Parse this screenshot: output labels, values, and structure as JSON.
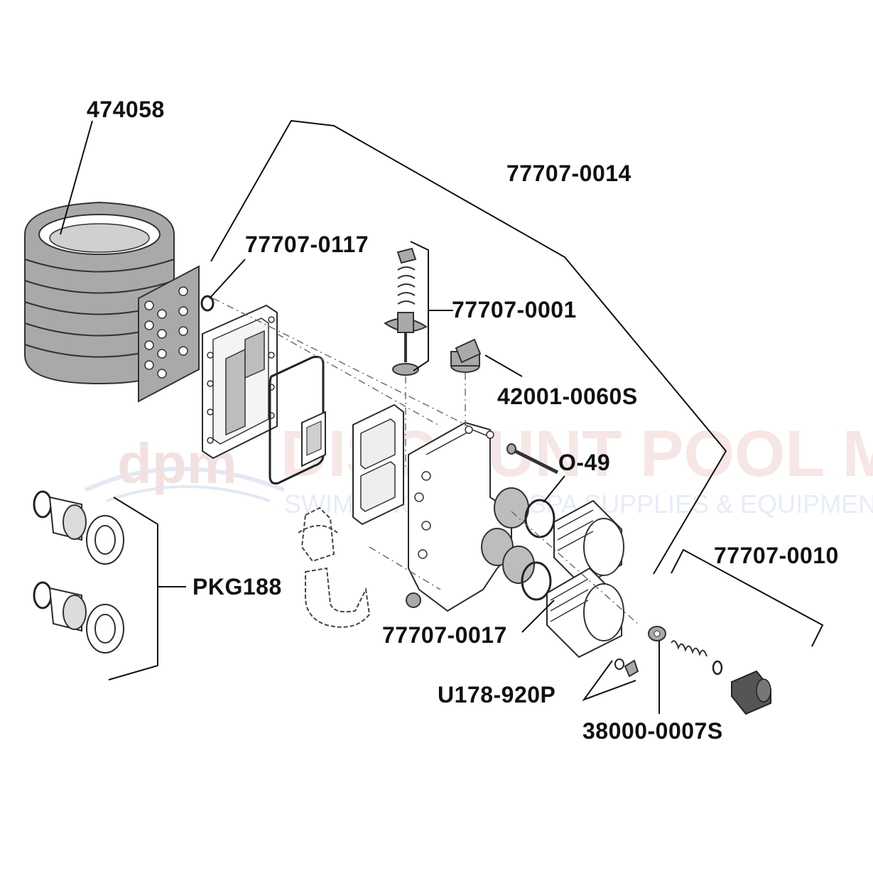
{
  "watermark": {
    "logo_text": "dpm",
    "brand": "DISCOUNT POOL MART",
    "tagline": "SWIMMING POOL & SPA SUPPLIES & EQUIPMENT"
  },
  "labels": {
    "heat_exchanger": "474058",
    "bypass_assembly_kit": "77707-0014",
    "oring_small": "77707-0117",
    "valve_assembly": "77707-0001",
    "pressure_switch": "42001-0060S",
    "oring_o49": "O-49",
    "union_kit": "PKG188",
    "thermal_regulator_kit": "77707-0010",
    "adapter": "77707-0017",
    "drain_plug": "U178-920P",
    "regulator_part": "38000-0007S"
  },
  "colors": {
    "label": "#111111",
    "lines": "#1a1a1a",
    "watermark": "#dfe6f2"
  }
}
